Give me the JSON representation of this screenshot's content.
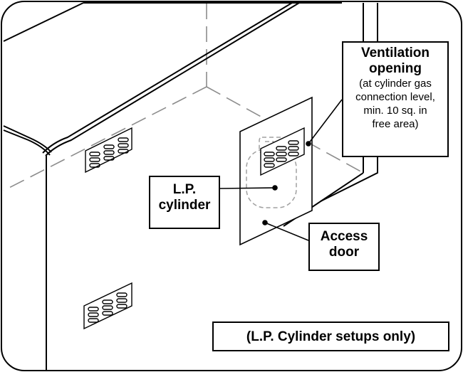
{
  "labels": {
    "ventilation": {
      "title_line1": "Ventilation",
      "title_line2": "opening",
      "note_line1": "(at cylinder gas",
      "note_line2": "connection level,",
      "note_line3": "min. 10 sq. in",
      "note_line4": "free area)"
    },
    "lp_cylinder": {
      "line1": "L.P.",
      "line2": "cylinder"
    },
    "access_door": {
      "line1": "Access",
      "line2": "door"
    },
    "setups_note": "(L.P. Cylinder setups only)"
  },
  "colors": {
    "line": "#000000",
    "hidden_line": "#8c8c8c",
    "background": "#ffffff"
  }
}
